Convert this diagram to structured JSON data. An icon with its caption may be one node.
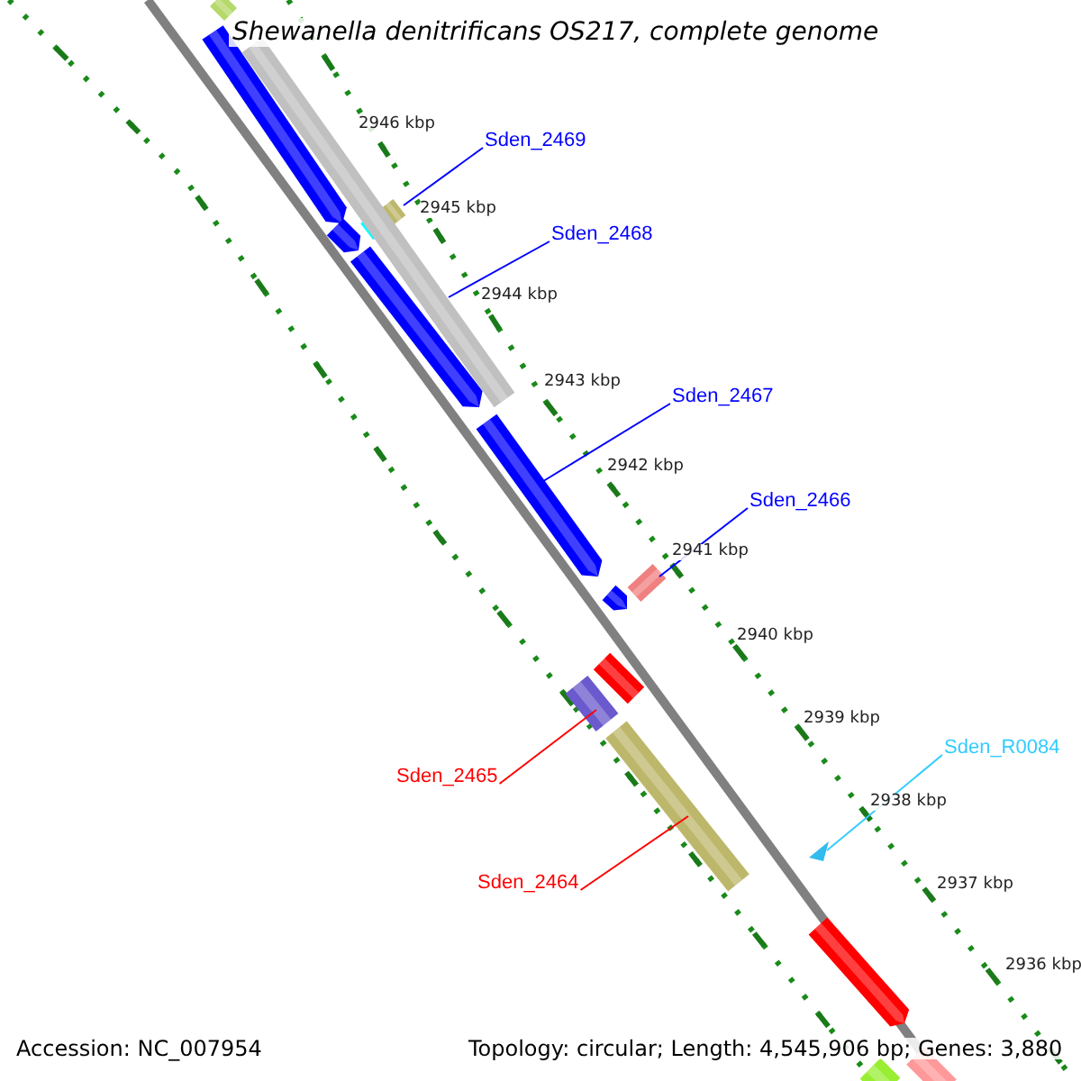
{
  "diagram": {
    "title": "Shewanella denitrificans OS217, complete genome",
    "nodes": [
      {
        "text": [
          "Sden_2469"
        ]
      },
      {
        "text": [],
        "shape": "bar"
      },
      {
        "text": [
          "Sden_2468"
        ]
      },
      {
        "text": [],
        "shape": "bar"
      },
      {
        "text": [
          "Sden_2467"
        ]
      },
      {
        "text": [],
        "shape": "bar"
      },
      {
        "text": [
          "Sden_2466"
        ]
      },
      {
        "text": [],
        "shape": "bar"
      },
      {
        "text": [
          "Sden_2465"
        ]
      },
      {
        "text": [],
        "shape": "bar"
      },
      {
        "text": [
          "Sden_2464"
        ]
      },
      {
        "text": [],
        "shape": "bar"
      },
      {
        "text": [
          "Sden_R0084"
        ]
      },
      {
        "text": [],
        "shape": "triangle"
      }
    ],
    "edges": [
      {
        "from": 0,
        "to": 1,
        "arrow": "none"
      },
      {
        "from": 2,
        "to": 3,
        "arrow": "none"
      },
      {
        "from": 4,
        "to": 5,
        "arrow": "none"
      },
      {
        "from": 6,
        "to": 7,
        "arrow": "none"
      },
      {
        "from": 8,
        "to": 9,
        "arrow": "none",
        "color": "#ff0000"
      },
      {
        "from": 10,
        "to": 11,
        "arrow": "none",
        "color": "#ff0000"
      },
      {
        "from": 12,
        "to": 13,
        "arrow": "none",
        "color": "#33ccff"
      }
    ],
    "labels": [
      "2946 kbp",
      "2945 kbp",
      "2944 kbp",
      "2943 kbp",
      "2942 kbp",
      "2941 kbp",
      "2940 kbp",
      "2939 kbp",
      "2938 kbp",
      "2937 kbp",
      "2936 kbp",
      "Accession: NC_007954",
      "Topology: circular; Length: 4,545,906 bp; Genes: 3,880"
    ]
  }
}
